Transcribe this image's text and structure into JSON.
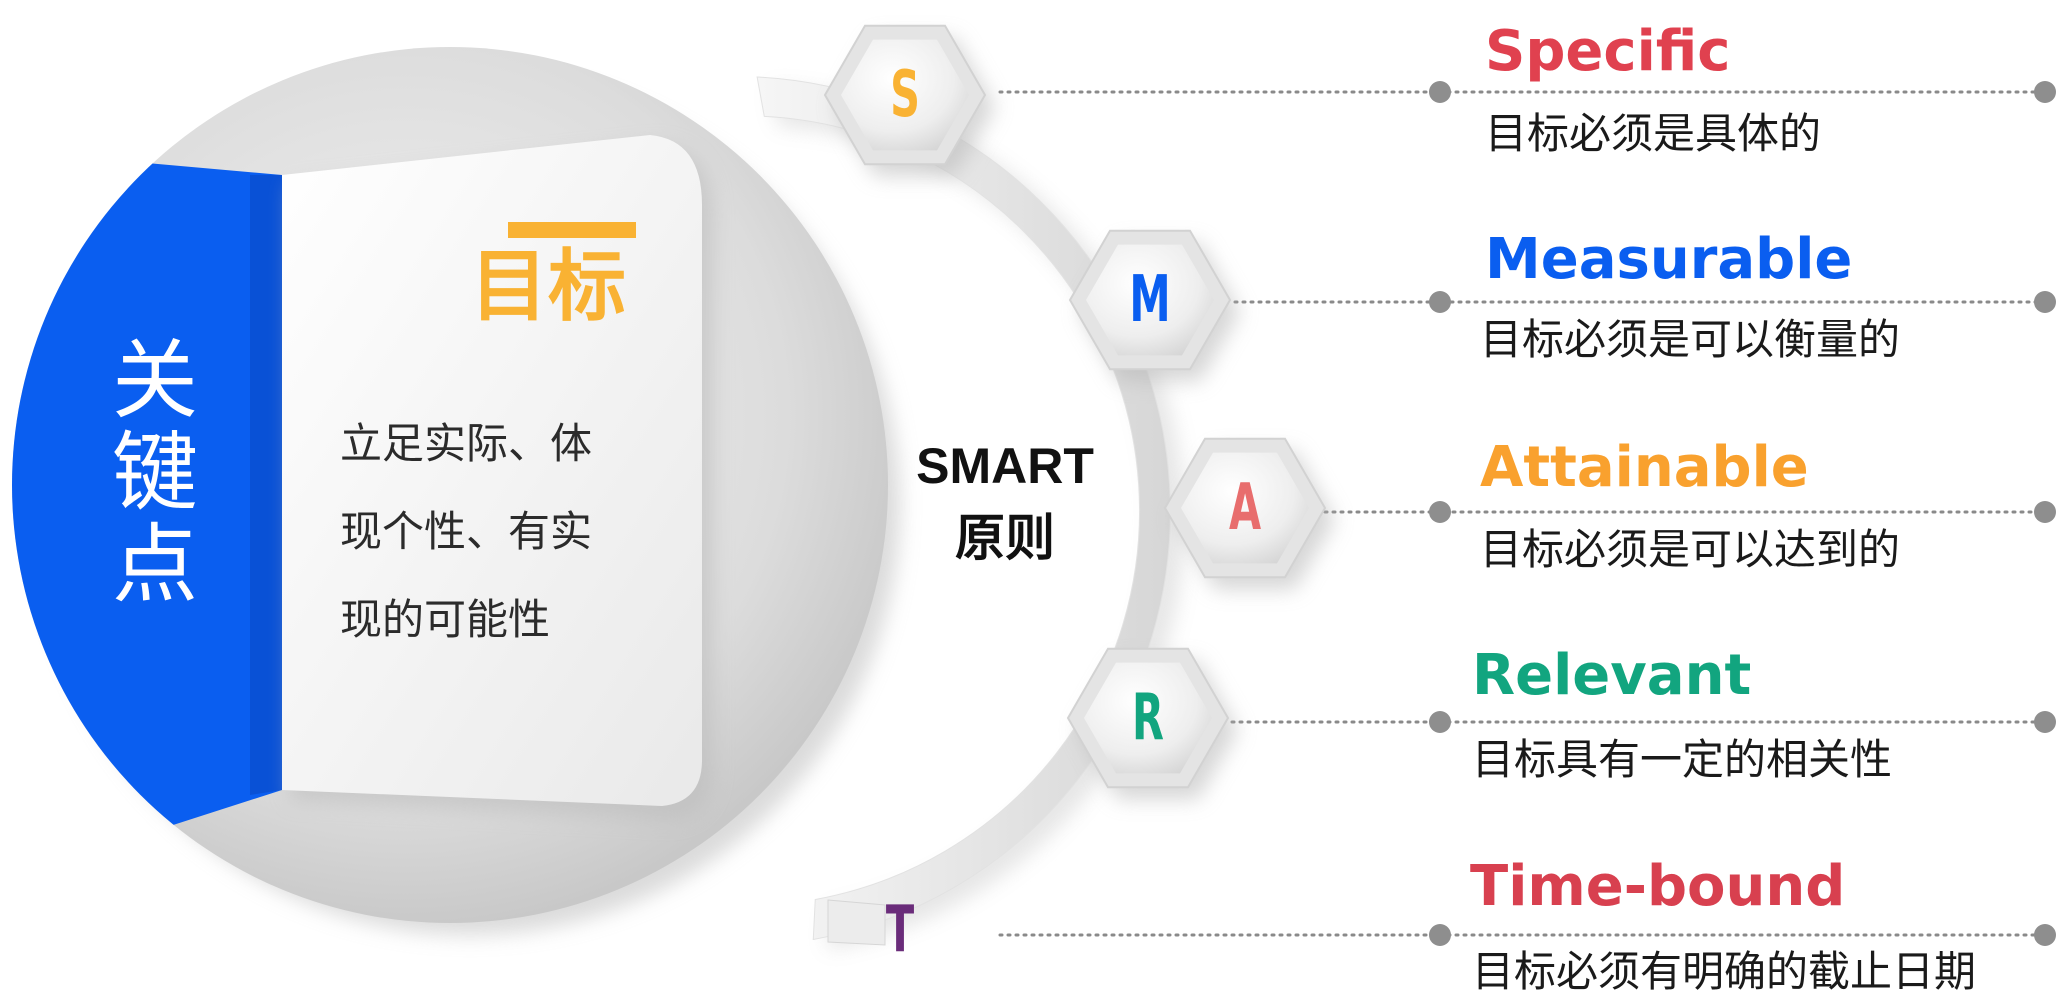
{
  "keypoint": {
    "label_chars": [
      "关",
      "键",
      "点"
    ],
    "color": "#0A5EF0"
  },
  "card": {
    "title": "目标",
    "title_color": "#F9B233",
    "body_lines": [
      "立足实际、体",
      "现个性、有实",
      "现的可能性"
    ]
  },
  "center": {
    "line1": "SMART",
    "line2": "原则"
  },
  "items": [
    {
      "letter": "S",
      "color": "#F9B233",
      "title": "Specific",
      "title_color": "#E0414F",
      "desc": "目标必须是具体的"
    },
    {
      "letter": "M",
      "color": "#0A5EF0",
      "title": "Measurable",
      "title_color": "#0A5EF0",
      "desc": "目标必须是可以衡量的"
    },
    {
      "letter": "A",
      "color": "#E86D6D",
      "title": "Attainable",
      "title_color": "#F9A12E",
      "desc": "目标必须是可以达到的"
    },
    {
      "letter": "R",
      "color": "#12A57F",
      "title": "Relevant",
      "title_color": "#12A57F",
      "desc": "目标具有一定的相关性"
    },
    {
      "letter": "T",
      "color": "#6A2C7A",
      "title": "Time-bound",
      "title_color": "#D8404F",
      "desc": "目标必须有明确的截止日期"
    }
  ]
}
